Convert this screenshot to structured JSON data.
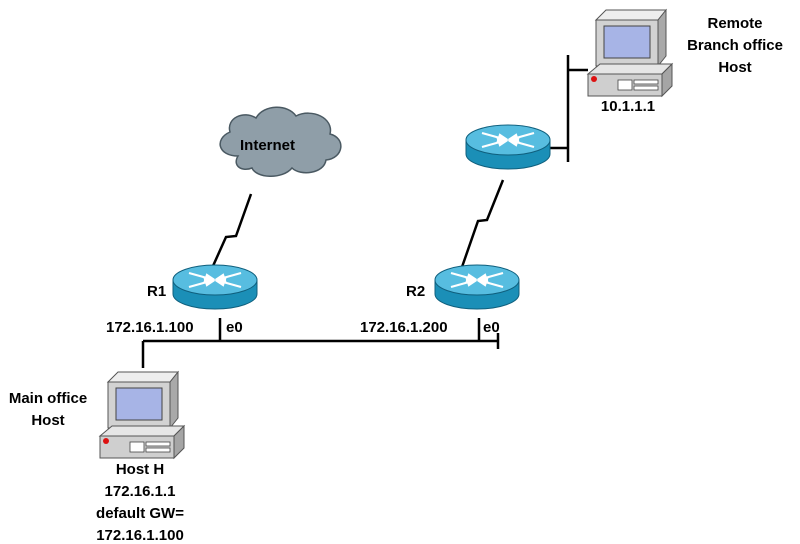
{
  "internet": {
    "label": "Internet"
  },
  "router_r1": {
    "name": "R1",
    "ip": "172.16.1.100",
    "interface": "e0"
  },
  "router_r2": {
    "name": "R2",
    "ip": "172.16.1.200",
    "interface": "e0"
  },
  "remote_host": {
    "label_line1": "Remote",
    "label_line2": "Branch office",
    "label_line3": "Host",
    "ip": "10.1.1.1"
  },
  "main_host": {
    "label_line1": "Main office",
    "label_line2": "Host",
    "name": "Host H",
    "ip": "172.16.1.1",
    "gateway_label": "default GW=",
    "gateway_ip": "172.16.1.100"
  },
  "colors": {
    "router_body": "#2fa3c9",
    "router_top": "#5cc3e3",
    "cloud": "#8f9ea8",
    "monitor_frame": "#d7d7d7",
    "screen": "#a9b6e6",
    "wire": "#000000"
  }
}
